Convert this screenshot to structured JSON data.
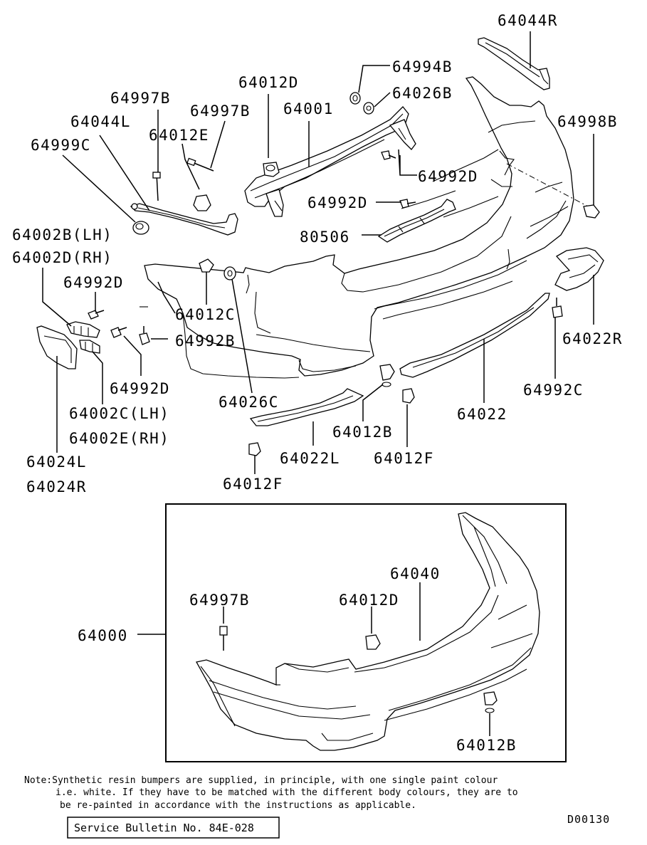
{
  "labels": {
    "p64044R": "64044R",
    "p64994B": "64994B",
    "p64026B": "64026B",
    "p64012D_top": "64012D",
    "p64001": "64001",
    "p64997B_a": "64997B",
    "p64997B_b": "64997B",
    "p64044L": "64044L",
    "p64012E": "64012E",
    "p64998B": "64998B",
    "p64999C": "64999C",
    "p64992D_a": "64992D",
    "p64992D_b": "64992D",
    "p64002B": "64002B(LH)",
    "p64002D": "64002D(RH)",
    "p80506": "80506",
    "p64992D_c": "64992D",
    "p64012C": "64012C",
    "p64992B": "64992B",
    "p64022R": "64022R",
    "p64992D_d": "64992D",
    "p64992C": "64992C",
    "p64026C": "64026C",
    "p64002C": "64002C(LH)",
    "p64022": "64022",
    "p64002E": "64002E(RH)",
    "p64012B_top": "64012B",
    "p64022L": "64022L",
    "p64012F_a": "64012F",
    "p64024L": "64024L",
    "p64024R": "64024R",
    "p64012F_b": "64012F",
    "p64040": "64040",
    "p64997B_box": "64997B",
    "p64012D_box": "64012D",
    "p64000": "64000",
    "p64012B_box": "64012B"
  },
  "note": {
    "line1": "Note:Synthetic resin bumpers are supplied, in principle, with one single paint colour",
    "line2": "i.e. white. If they have to be matched with the different body colours, they are to",
    "line3": "be re-painted in accordance with the instructions as applicable."
  },
  "service_bulletin": "Service Bulletin No. 84E-028",
  "diagram_number": "D00130"
}
